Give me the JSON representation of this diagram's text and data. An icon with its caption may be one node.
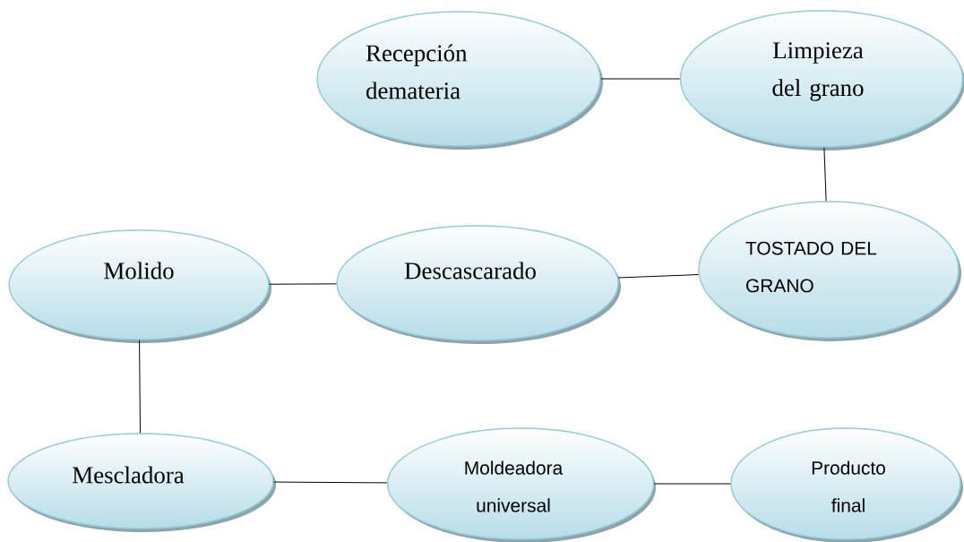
{
  "diagram": {
    "nodes": [
      {
        "text": [
          "Recepción demateria"
        ]
      },
      {
        "text": [
          "Limpieza del grano"
        ]
      },
      {
        "text": [
          "TOSTADO DEL GRANO"
        ]
      },
      {
        "text": [
          "Descascarado"
        ]
      },
      {
        "text": [
          "Molido"
        ]
      },
      {
        "text": [
          "Mescladora"
        ]
      },
      {
        "text": [
          "Moldeadora universal"
        ]
      },
      {
        "text": [
          "Producto final"
        ]
      }
    ],
    "edges": [
      {
        "from": 0,
        "to": 1,
        "arrow": "none"
      },
      {
        "from": 1,
        "to": 2,
        "arrow": "none"
      },
      {
        "from": 2,
        "to": 3,
        "arrow": "none"
      },
      {
        "from": 3,
        "to": 4,
        "arrow": "none"
      },
      {
        "from": 4,
        "to": 5,
        "arrow": "none"
      },
      {
        "from": 5,
        "to": 6,
        "arrow": "none"
      },
      {
        "from": 6,
        "to": 7,
        "arrow": "none"
      }
    ]
  }
}
